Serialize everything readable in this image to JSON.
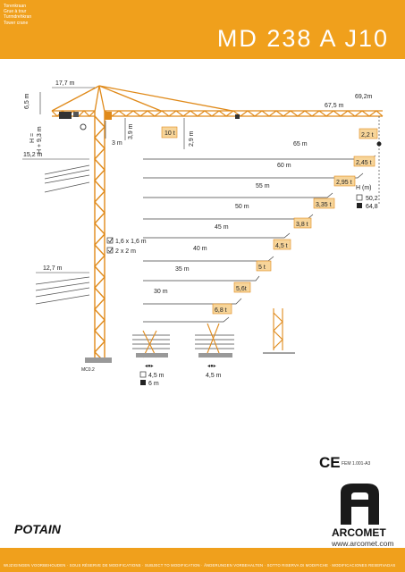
{
  "header": {
    "lines": [
      "Torenkraan",
      "Grue à tour",
      "Turmdrehkran",
      "Tower crane"
    ],
    "title": "MD 238 A J10"
  },
  "dimensions": {
    "counter_jib": "17,7 m",
    "tower_top": "6,5 m",
    "height_h": "H =",
    "height_h2": "H + 9,3 m",
    "pendant": "3,9 m",
    "cab": "3 m",
    "trolley_zone": "2,9 m",
    "base_upper": "15,2 m",
    "base_lower": "12,7 m",
    "base_code": "MC0.2",
    "top_load": "10 t"
  },
  "radii": [
    {
      "radius": "69,2m",
      "load": "2,2 t"
    },
    {
      "radius": "67,5 m",
      "load": ""
    },
    {
      "radius": "65 m",
      "load": "2,45 t"
    },
    {
      "radius": "60 m",
      "load": "2,95 t"
    },
    {
      "radius": "55 m",
      "load": "3,35 t"
    },
    {
      "radius": "50 m",
      "load": "3,8 t"
    },
    {
      "radius": "45 m",
      "load": "4,5 t"
    },
    {
      "radius": "40 m",
      "load": "5 t"
    },
    {
      "radius": "35 m",
      "load": "5,6t"
    },
    {
      "radius": "30 m",
      "load": "6,8 t"
    }
  ],
  "height_legend": {
    "title": "H (m)",
    "open_value": "50,2",
    "filled_value": "64,8"
  },
  "mast_legend": {
    "row1": "1,6 x 1,6 m",
    "row2": "2 x 2 m"
  },
  "bases": [
    {
      "open": "4,5 m",
      "filled": "6 m"
    },
    {
      "single": "4,5 m"
    }
  ],
  "certification": {
    "ce": "CE",
    "fem": "FEM 1.001-A3"
  },
  "brand": {
    "potain": "POTAIN",
    "arcomet": "ARCOMET",
    "url": "www.arcomet.com"
  },
  "footer": "WIJZIGINGEN VOORBEHOUDEN · SOUS RÉSERVE DE MODIFICATIONS · SUBJECT TO MODIFICATION · ÄNDERUNGEN VORBEHALTEN · SOTTO RISERVA DI MODIFICHE · MODIFICACIONES RESERVADAS",
  "colors": {
    "accent": "#f0a01c",
    "crane": "#e08a1a"
  }
}
